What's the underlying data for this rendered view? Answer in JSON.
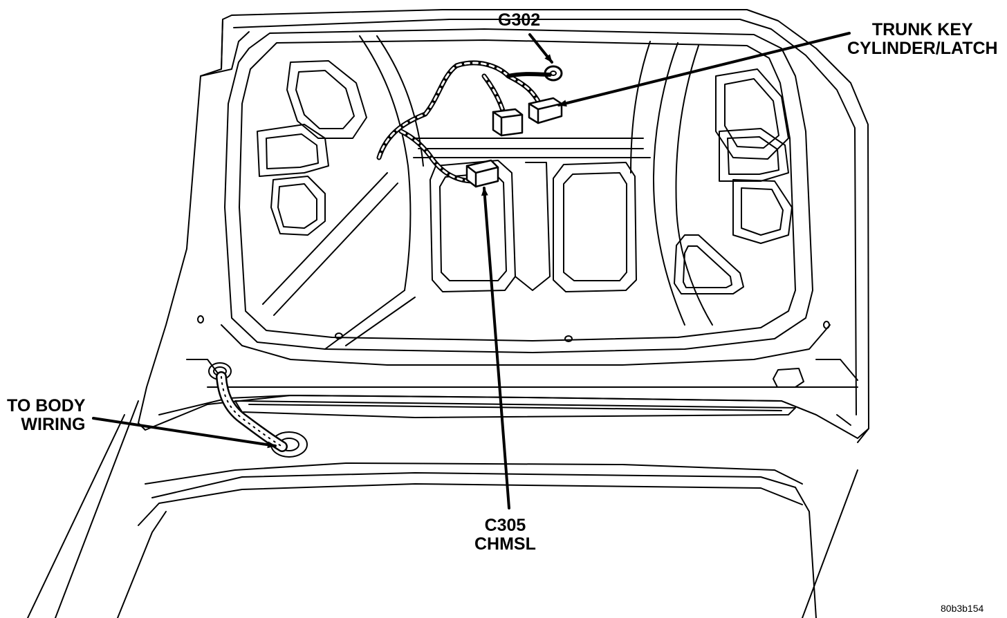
{
  "labels": {
    "g302": "G302",
    "trunk_key_line1": "TRUNK KEY",
    "trunk_key_line2": "CYLINDER/LATCH",
    "to_body_line1": "TO BODY",
    "to_body_line2": "WIRING",
    "c305_line1": "C305",
    "c305_line2": "CHMSL"
  },
  "figure_code": "80b3b154",
  "colors": {
    "ink": "#000000",
    "paper": "#ffffff"
  }
}
